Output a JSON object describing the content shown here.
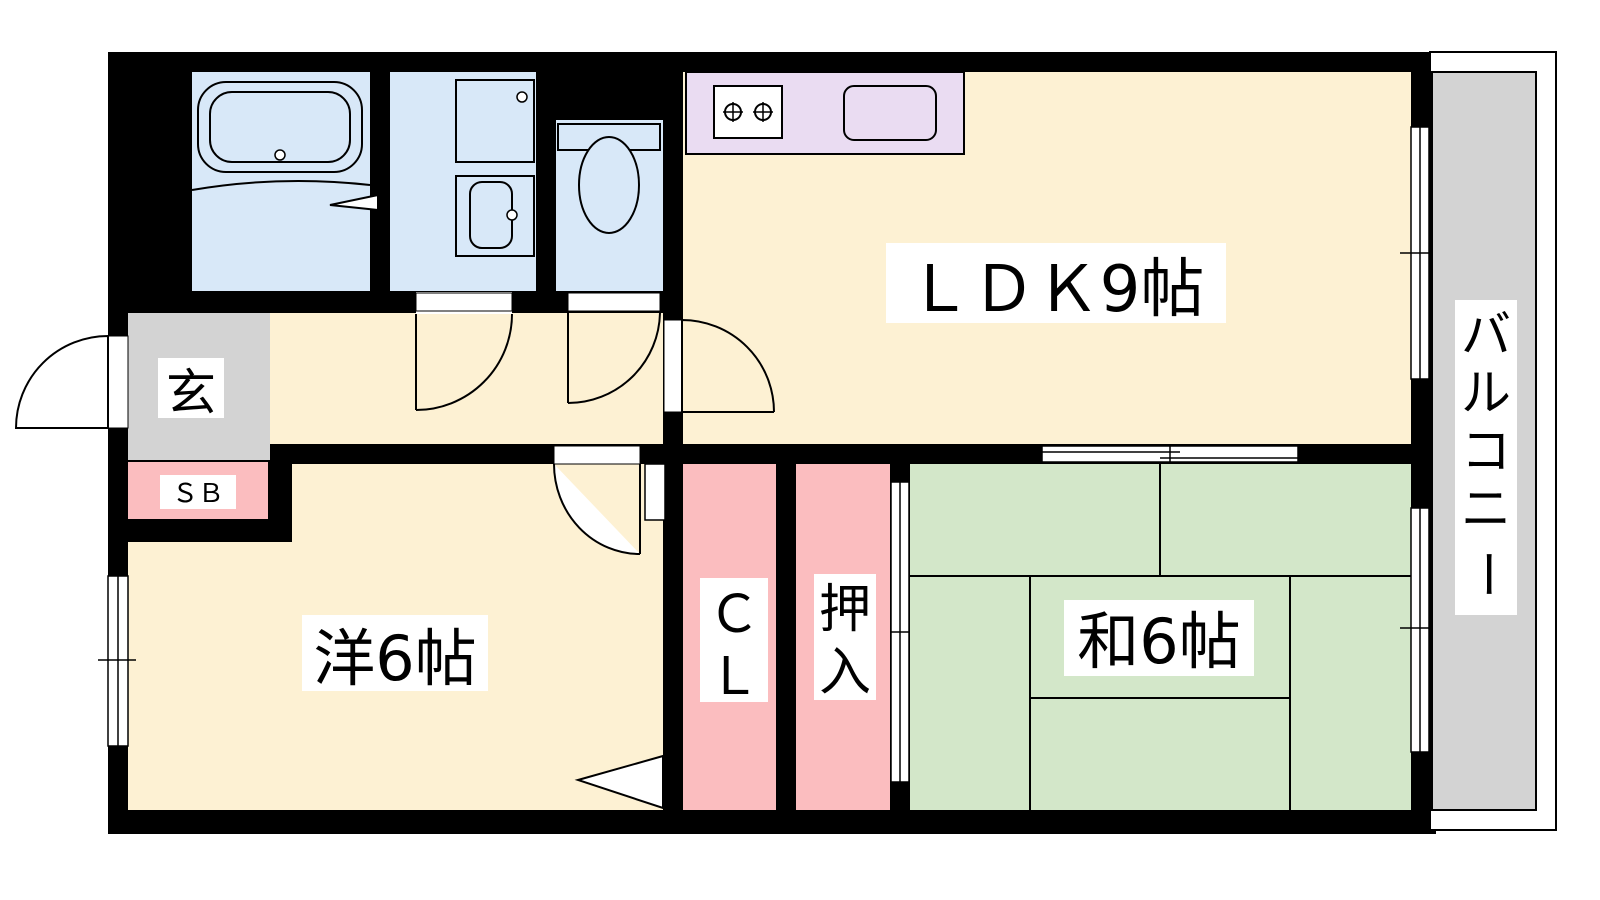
{
  "rooms": {
    "ldk": "ＬＤＫ9帖",
    "western": "洋6帖",
    "japanese": "和6帖",
    "entrance": "玄",
    "shoe_box": "ＳＢ",
    "closet_1": "Ｃ",
    "closet_2": "Ｌ",
    "oshiire_1": "押",
    "oshiire_2": "入",
    "balcony": [
      "バ",
      "ル",
      "コ",
      "ニ",
      "ー"
    ]
  },
  "colors": {
    "wall": "#000000",
    "floor": "#fdf1d3",
    "wet_area": "#d8e8f8",
    "kitchen": "#eadcf2",
    "storage": "#fbbdbf",
    "tatami": "#d3e7c9",
    "entrance": "#d3d3d3",
    "balcony": "#d3d3d3"
  }
}
